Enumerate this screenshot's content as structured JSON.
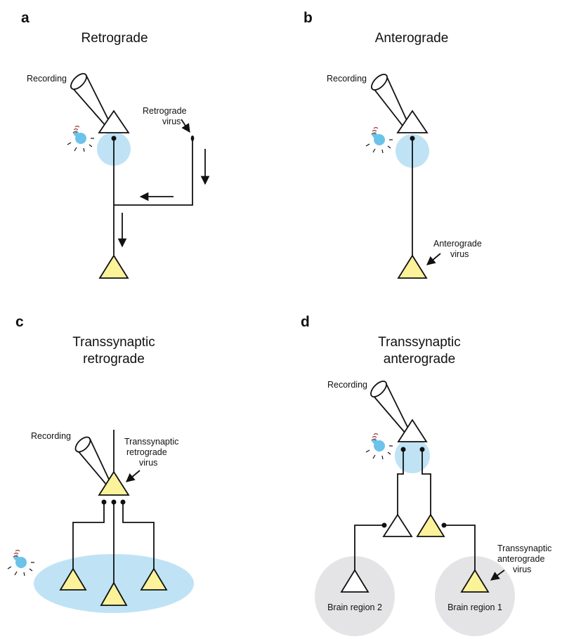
{
  "panels": {
    "a": {
      "letter": "a",
      "title": "Retrograde",
      "recording": "Recording",
      "virus": [
        "Retrograde",
        "virus"
      ]
    },
    "b": {
      "letter": "b",
      "title": "Anterograde",
      "recording": "Recording",
      "virus": [
        "Anterograde",
        "virus"
      ]
    },
    "c": {
      "letter": "c",
      "title": [
        "Transsynaptic",
        "retrograde"
      ],
      "recording": "Recording",
      "virus": [
        "Transsynaptic",
        "retrograde",
        "virus"
      ]
    },
    "d": {
      "letter": "d",
      "title": [
        "Transsynaptic",
        "anterograde"
      ],
      "recording": "Recording",
      "virus": [
        "Transsynaptic",
        "anterograde",
        "virus"
      ],
      "region2": "Brain region 2",
      "region1": "Brain region 1"
    }
  },
  "colors": {
    "light": "#bfe3f5",
    "bulb": "#6cc3ea",
    "infected_neuron": "#fbf29a",
    "brain_region": "#e4e4e6"
  },
  "icons": [
    "light-bulb-icon",
    "recording-pipette-icon",
    "arrow-icon"
  ]
}
